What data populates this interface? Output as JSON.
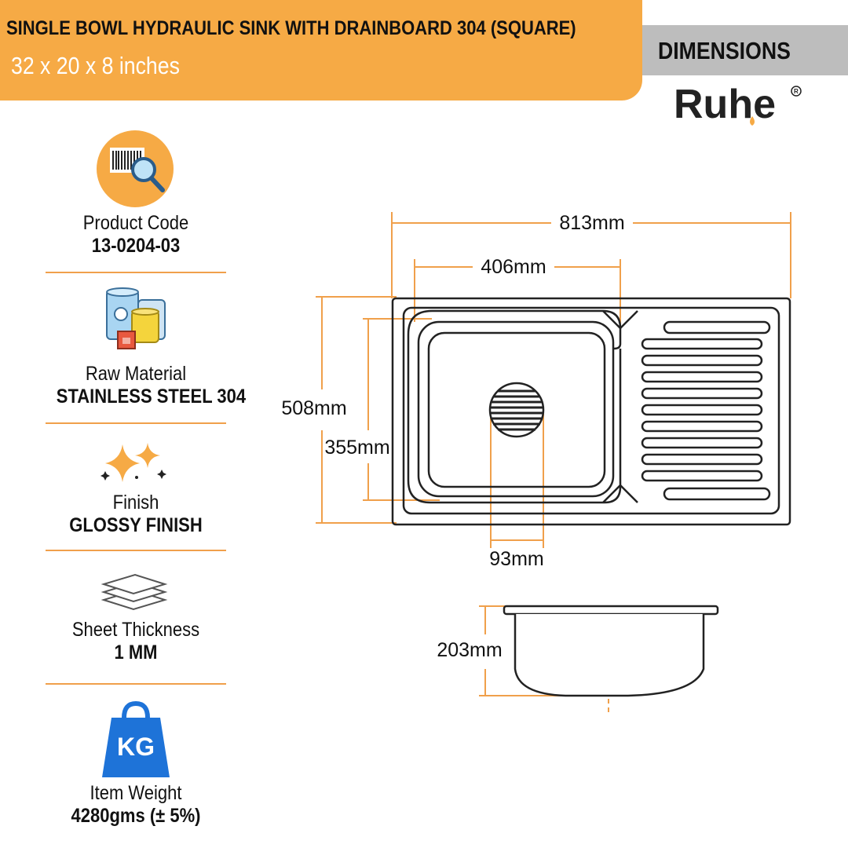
{
  "header": {
    "title": "SINGLE BOWL HYDRAULIC SINK WITH DRAINBOARD 304 (SQUARE)",
    "subtitle": "32 x 20 x 8 inches"
  },
  "dimensions_tab": {
    "label": "DIMENSIONS"
  },
  "brand": {
    "name": "Ruhe"
  },
  "colors": {
    "accent": "#f6aa45",
    "tab_gray": "#bdbdbd",
    "weight_blue": "#1e73d8"
  },
  "specs": [
    {
      "icon": "barcode-search-icon",
      "label": "Product Code",
      "value": "13-0204-03"
    },
    {
      "icon": "raw-material-barrels-icon",
      "label": "Raw Material",
      "value": "STAINLESS STEEL 304"
    },
    {
      "icon": "sparkle-icon",
      "label": "Finish",
      "value": "GLOSSY FINISH"
    },
    {
      "icon": "sheet-stack-icon",
      "label": "Sheet Thickness",
      "value": "1 MM"
    },
    {
      "icon": "kg-weight-icon",
      "label": "Item Weight",
      "value": "4280gms (± 5%)",
      "icon_text": "KG"
    }
  ],
  "drawing": {
    "overall_length": "813mm",
    "bowl_length": "406mm",
    "overall_width": "508mm",
    "bowl_width": "355mm",
    "drain_diameter": "93mm",
    "depth": "203mm"
  }
}
